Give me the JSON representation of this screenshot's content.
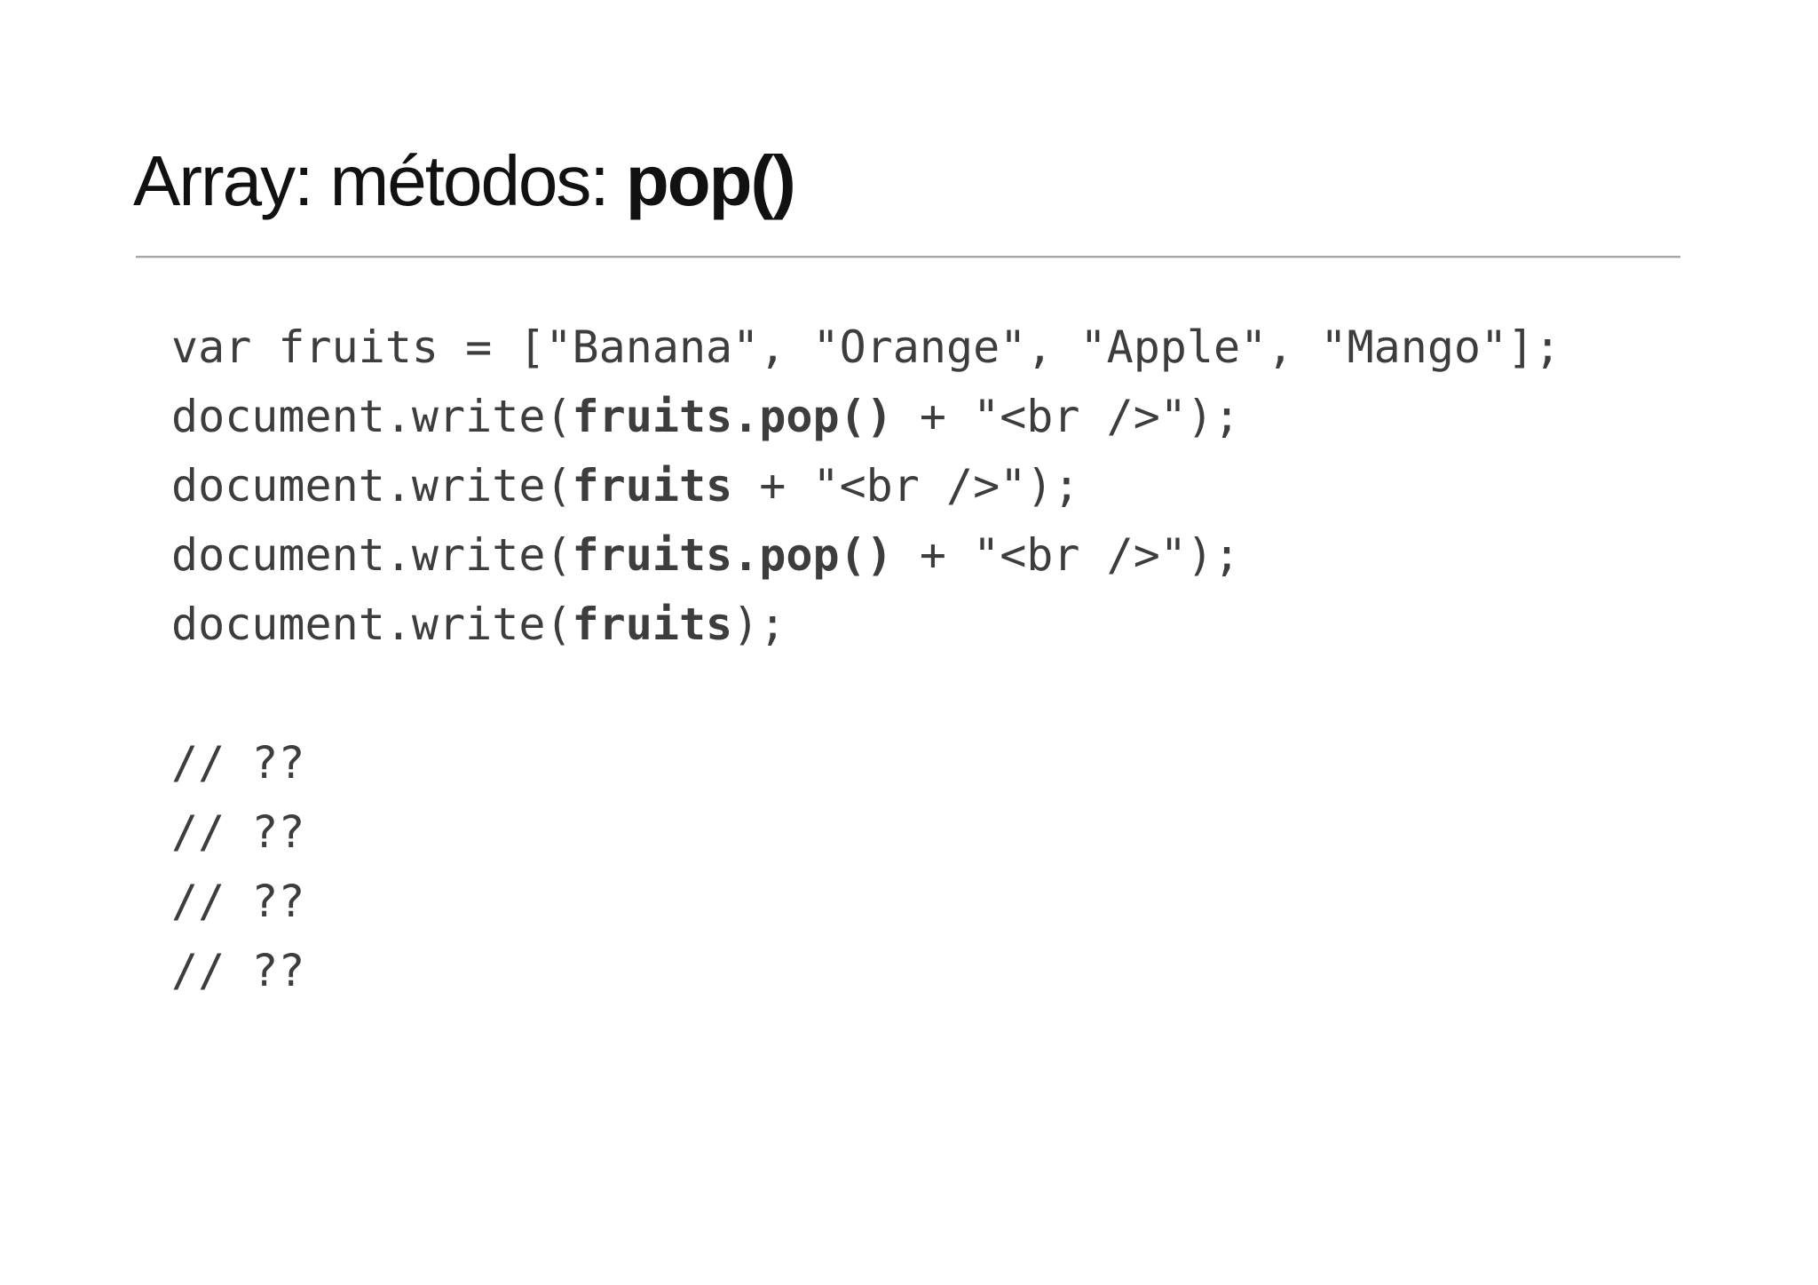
{
  "title": {
    "prefix": "Array: métodos: ",
    "emphasis": "pop()"
  },
  "colors": {
    "background": "#ffffff",
    "title_text": "#111111",
    "code_text": "#3d3d3d",
    "divider": "#a6a6a6"
  },
  "code": {
    "lines": [
      {
        "segments": [
          {
            "text": "var fruits = [\"Banana\", \"Orange\", \"Apple\", \"Mango\"];",
            "bold": false
          }
        ]
      },
      {
        "segments": [
          {
            "text": "document.write(",
            "bold": false
          },
          {
            "text": "fruits.pop()",
            "bold": true
          },
          {
            "text": " + \"<br />\");",
            "bold": false
          }
        ]
      },
      {
        "segments": [
          {
            "text": "document.write(",
            "bold": false
          },
          {
            "text": "fruits",
            "bold": true
          },
          {
            "text": " + \"<br />\");",
            "bold": false
          }
        ]
      },
      {
        "segments": [
          {
            "text": "document.write(",
            "bold": false
          },
          {
            "text": "fruits.pop()",
            "bold": true
          },
          {
            "text": " + \"<br />\");",
            "bold": false
          }
        ]
      },
      {
        "segments": [
          {
            "text": "document.write(",
            "bold": false
          },
          {
            "text": "fruits",
            "bold": true
          },
          {
            "text": ");",
            "bold": false
          }
        ]
      },
      {
        "segments": []
      },
      {
        "segments": [
          {
            "text": "// ??",
            "bold": false
          }
        ]
      },
      {
        "segments": [
          {
            "text": "// ??",
            "bold": false
          }
        ]
      },
      {
        "segments": [
          {
            "text": "// ??",
            "bold": false
          }
        ]
      },
      {
        "segments": [
          {
            "text": "// ??",
            "bold": false
          }
        ]
      }
    ]
  }
}
